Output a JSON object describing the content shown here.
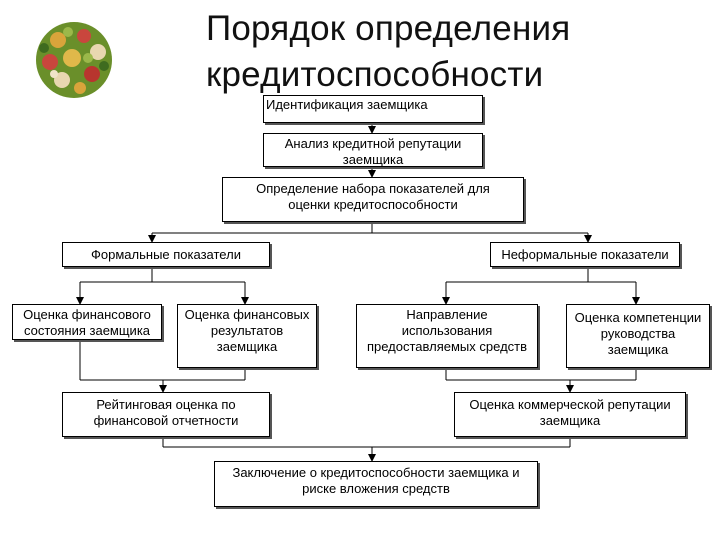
{
  "title": "Порядок определения\nкредитоспособности",
  "colors": {
    "border": "#000000",
    "shadow": "#555555",
    "background": "#ffffff"
  },
  "logo": {
    "icon": "flower-bouquet-icon"
  },
  "boxes": {
    "identification": "Идентификация заемщика",
    "reputation_analysis": "Анализ кредитной репутации\nзаемщика",
    "indicator_set": "Определение набора показателей для\nоценки кредитоспособности",
    "formal": "Формальные показатели",
    "informal": "Неформальные показатели",
    "financial_condition": "Оценка финансового\nсостояния заемщика",
    "financial_results": "Оценка финансовых\nрезультатов\nзаемщика",
    "funds_direction": "Направление\nиспользования\nпредоставляемых средств",
    "management_competence": "Оценка компетенции\nруководства\nзаемщика",
    "rating": "Рейтинговая оценка по\nфинансовой отчетности",
    "commercial_reputation": "Оценка коммерческой репутации\nзаемщика",
    "conclusion": "Заключение о кредитоспособности заемщика и\nриске вложения средств"
  }
}
